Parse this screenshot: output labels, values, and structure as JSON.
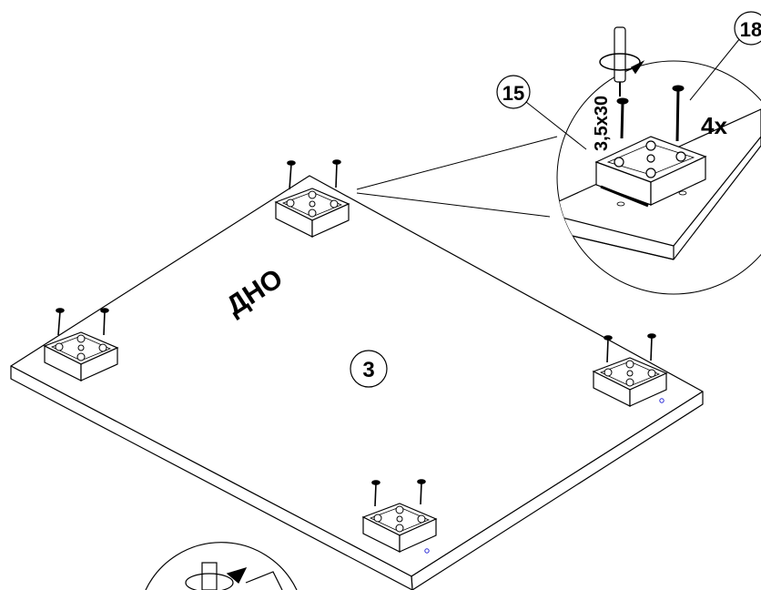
{
  "panel": {
    "part_number": "3",
    "label": "ДНО"
  },
  "callouts": {
    "part_a": "15",
    "part_b": "18",
    "screw_size": "3,5х30",
    "quantity": "4х"
  },
  "icons": [
    "rotate-arrow-icon",
    "screwdriver-icon"
  ],
  "colors": {
    "line": "#000000",
    "marker": "#2b2bd6"
  }
}
